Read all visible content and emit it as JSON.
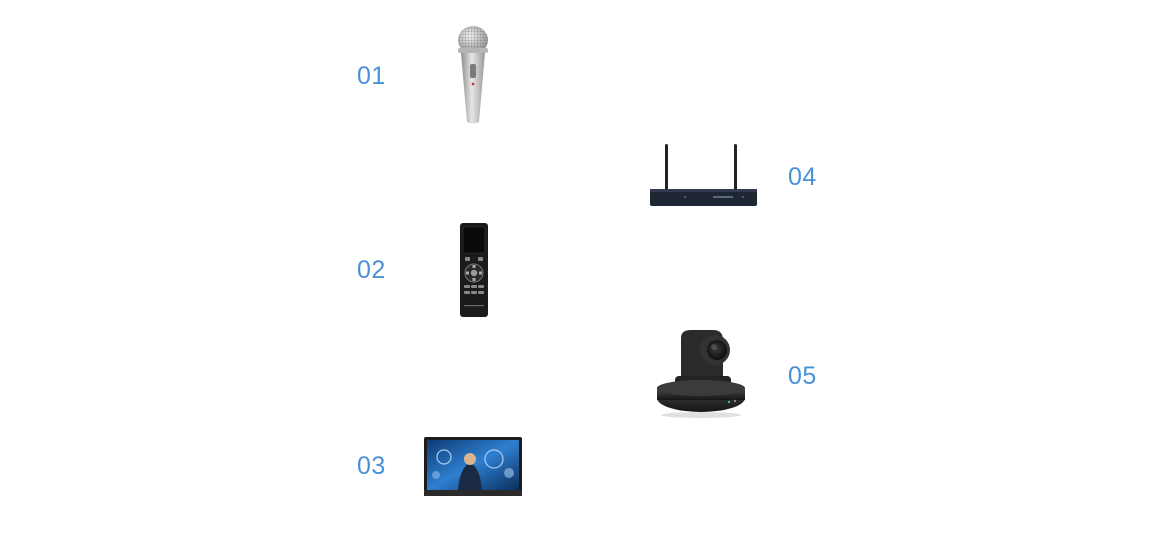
{
  "items": [
    {
      "number": "01",
      "icon": "microphone-icon"
    },
    {
      "number": "02",
      "icon": "remote-control-icon"
    },
    {
      "number": "03",
      "icon": "display-panel-icon"
    },
    {
      "number": "04",
      "icon": "wireless-receiver-icon"
    },
    {
      "number": "05",
      "icon": "ptz-camera-icon"
    }
  ],
  "colors": {
    "number": "#4a90d9",
    "background": "#ffffff"
  }
}
